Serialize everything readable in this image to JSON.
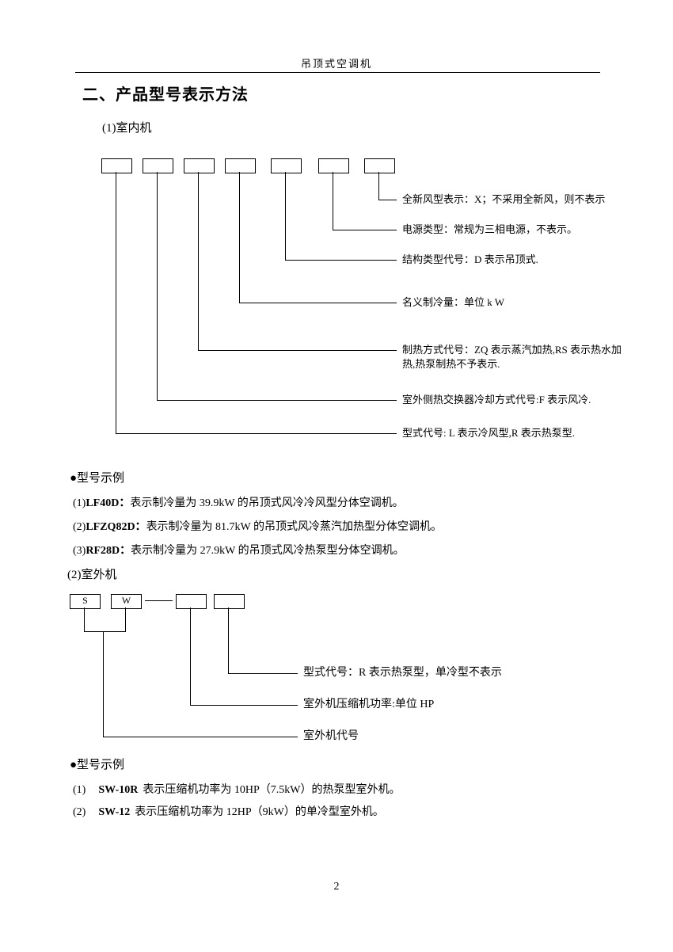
{
  "page": {
    "header": "吊顶式空调机",
    "number": "2"
  },
  "section": {
    "title": "二、产品型号表示方法"
  },
  "indoor": {
    "heading": "(1)室内机",
    "labels": [
      "全新风型表示：X；不采用全新风，则不表示",
      "电源类型：常规为三相电源，不表示。",
      "结构类型代号：D 表示吊顶式.",
      "名义制冷量：单位 k W",
      "制热方式代号：ZQ 表示蒸汽加热,RS 表示热水加\n热,热泵制热不予表示.",
      "室外侧热交换器冷却方式代号:F 表示风冷.",
      "型式代号: L 表示冷风型,R 表示热泵型."
    ],
    "examples_heading": "●型号示例",
    "examples": [
      {
        "num": "(1)",
        "code": "LF40D：",
        "desc": "表示制冷量为 39.9kW 的吊顶式风冷冷风型分体空调机。"
      },
      {
        "num": "(2)",
        "code": "LFZQ82D：",
        "desc": "表示制冷量为 81.7kW 的吊顶式风冷蒸汽加热型分体空调机。"
      },
      {
        "num": "(3)",
        "code": "RF28D：",
        "desc": "表示制冷量为 27.9kW 的吊顶式风冷热泵型分体空调机。"
      }
    ]
  },
  "outdoor": {
    "heading": "(2)室外机",
    "box_s": "S",
    "box_w": "W",
    "labels": [
      "型式代号：R 表示热泵型，单冷型不表示",
      "室外机压缩机功率:单位 HP",
      "室外机代号"
    ],
    "examples_heading": "●型号示例",
    "examples": [
      {
        "num": "(1)",
        "code": "SW-10R",
        "desc": "表示压缩机功率为 10HP（7.5kW）的热泵型室外机。"
      },
      {
        "num": "(2)",
        "code": "SW-12",
        "desc": "表示压缩机功率为 12HP（9kW）的单冷型室外机。"
      }
    ]
  }
}
